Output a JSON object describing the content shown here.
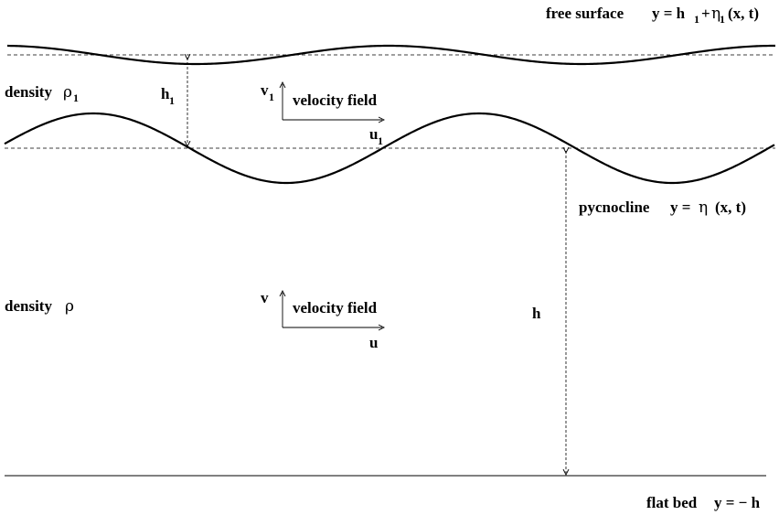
{
  "labels": {
    "free_surface": "free  surface",
    "free_surface_eq_y": "y = h",
    "free_surface_eq_sub1": "1",
    "free_surface_eq_plus": "+",
    "free_surface_eq_eta": "η",
    "free_surface_eq_sub2": "1",
    "free_surface_eq_args": "(x, t)",
    "density_upper": "density",
    "rho": "ρ",
    "rho_sub": "1",
    "h1": "h",
    "h1_sub": "1",
    "v1": "v",
    "v1_sub": "1",
    "u1": "u",
    "u1_sub": "1",
    "velocity_field_upper": "velocity  field",
    "pycnocline": "pycnocline",
    "pycnocline_eq_y": "y =",
    "pycnocline_eq_eta": "η",
    "pycnocline_eq_args": "(x, t)",
    "density_lower": "density",
    "rho_lower": "ρ",
    "v": "v",
    "u": "u",
    "velocity_field_lower": "velocity  field",
    "h": "h",
    "flat_bed": "flat  bed",
    "flat_bed_eq": "y = − h"
  }
}
